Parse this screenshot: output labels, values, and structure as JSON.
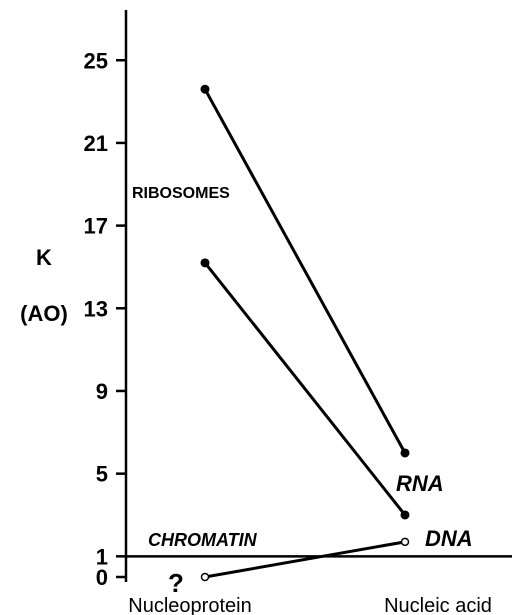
{
  "chart_data": {
    "type": "line",
    "ylabel": "K",
    "ylabel_unit": "(AO)",
    "categories": [
      "Nucleoprotein",
      "Nucleic acid"
    ],
    "yticks": [
      0,
      1,
      5,
      9,
      13,
      17,
      21,
      25
    ],
    "ylim": [
      0,
      27
    ],
    "series": [
      {
        "values": [
          23.6,
          6.0
        ],
        "marker": "filled"
      },
      {
        "values": [
          15.2,
          3.0
        ],
        "marker": "filled"
      },
      {
        "values": [
          0.0,
          1.7
        ],
        "marker": "open"
      }
    ],
    "reference_line": {
      "y": 1
    },
    "annotations": {
      "ribosomes": "RIBOSOMES",
      "chromatin": "CHROMATIN",
      "rna": "RNA",
      "dna": "DNA",
      "question": "?"
    },
    "grid": false,
    "legend": "none"
  }
}
